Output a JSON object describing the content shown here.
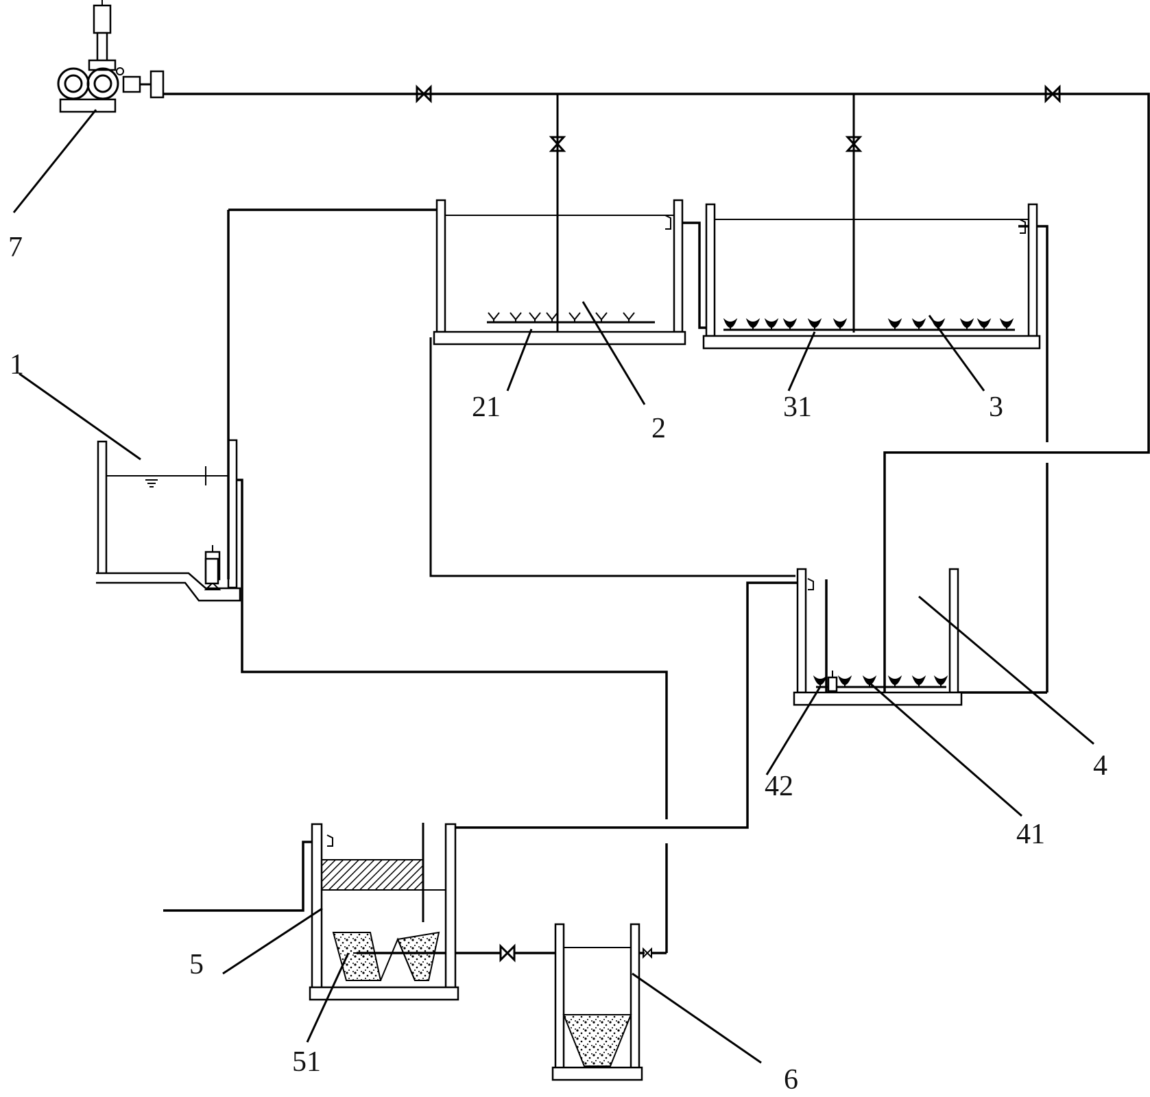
{
  "labels": {
    "blower": "7",
    "tank_1": "1",
    "tank_2": "2",
    "aerator_21": "21",
    "tank_3": "3",
    "aerator_31": "31",
    "tank_4": "4",
    "aerator_41": "41",
    "pump_42": "42",
    "tank_5": "5",
    "media_51": "51",
    "tank_6": "6"
  }
}
